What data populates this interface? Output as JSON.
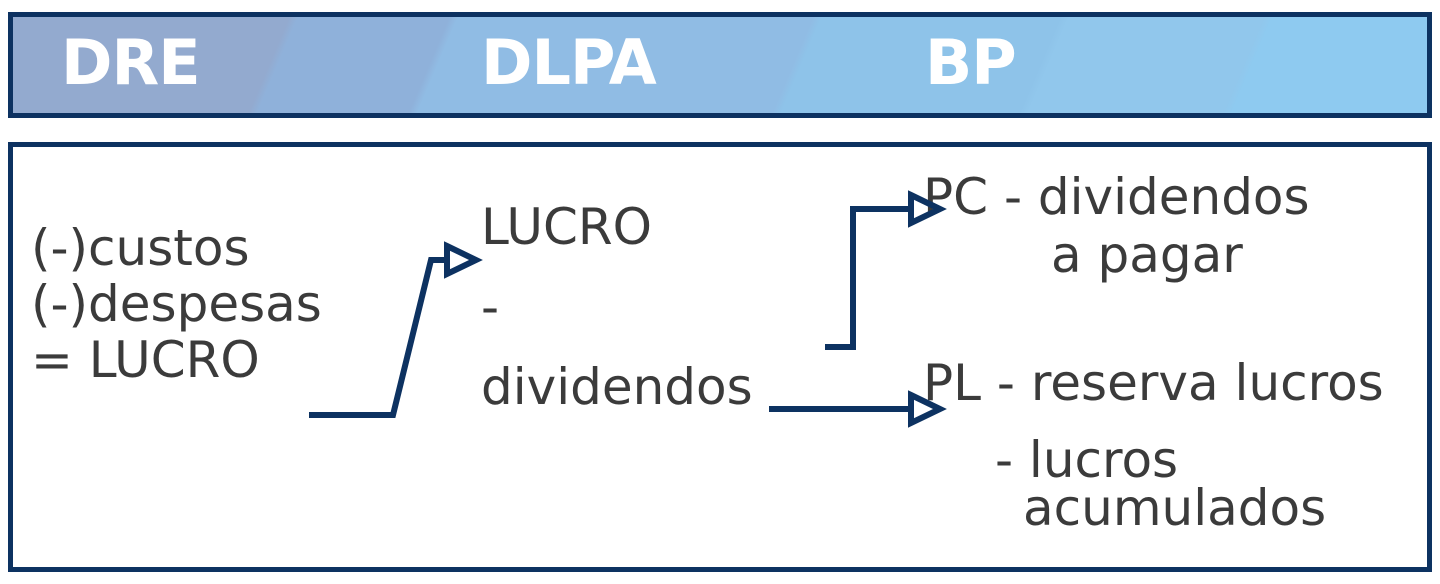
{
  "header": {
    "segments": [
      {
        "id": "dre",
        "label": "DRE"
      },
      {
        "id": "dlpa",
        "label": "DLPA"
      },
      {
        "id": "bp",
        "label": "BP"
      }
    ],
    "border_color": "#0d3261",
    "text_color": "#ffffff"
  },
  "body": {
    "border_color": "#0d3261",
    "text_color": "#3b3b3b",
    "connector_color": "#0d3261",
    "dre": {
      "lines": [
        "(-)custos",
        "(-)despesas",
        "= LUCRO"
      ]
    },
    "dlpa": {
      "result": "LUCRO",
      "operator": "-",
      "deduction": "dividendos"
    },
    "bp": {
      "pc": {
        "line1": "PC - dividendos",
        "line2": "a pagar"
      },
      "pl": {
        "line1": "PL - reserva lucros",
        "line2": "- lucros",
        "line3": "acumulados"
      }
    },
    "connectors": [
      {
        "id": "dre-to-dlpa",
        "from": "= LUCRO",
        "to": "LUCRO"
      },
      {
        "id": "dlpa-to-pc",
        "from": "dividendos",
        "to": "PC - dividendos a pagar"
      },
      {
        "id": "dlpa-to-pl",
        "from": "dividendos",
        "to": "PL - reserva lucros"
      }
    ]
  }
}
